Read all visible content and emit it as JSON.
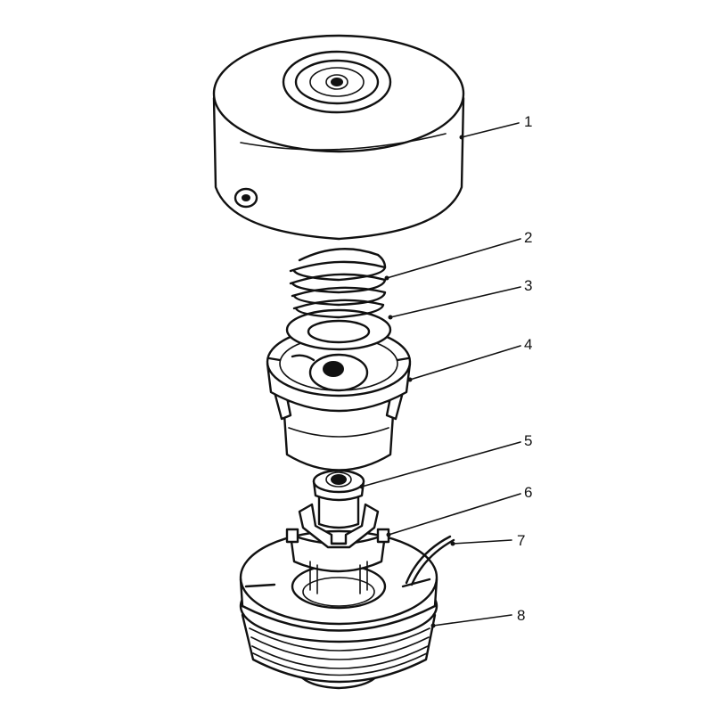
{
  "figure": {
    "description_free": true,
    "callouts": [
      {
        "id": "1",
        "label": "1"
      },
      {
        "id": "2",
        "label": "2"
      },
      {
        "id": "3",
        "label": "3"
      },
      {
        "id": "4",
        "label": "4"
      },
      {
        "id": "5",
        "label": "5"
      },
      {
        "id": "6",
        "label": "6"
      },
      {
        "id": "7",
        "label": "7"
      },
      {
        "id": "8",
        "label": "8"
      }
    ]
  }
}
